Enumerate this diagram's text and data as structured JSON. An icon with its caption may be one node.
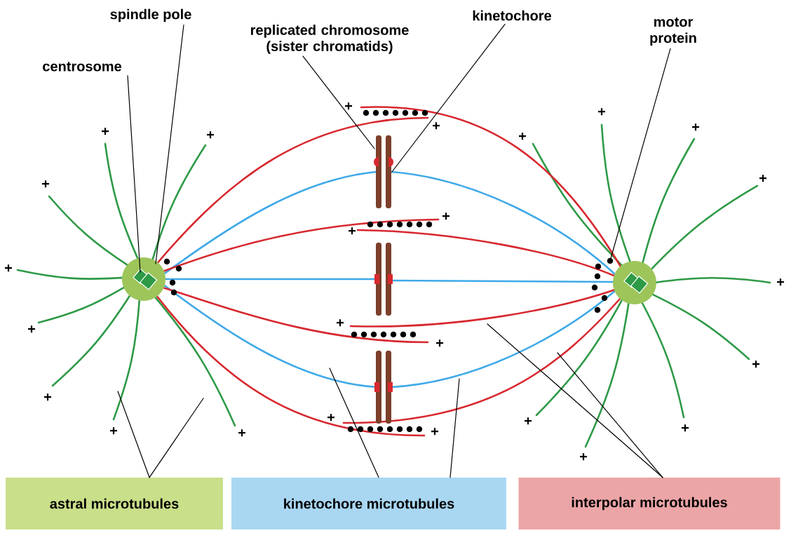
{
  "diagram": {
    "nodes": [
      {
        "text": [
          "spindle pole"
        ]
      },
      {
        "text": [
          "centrosome"
        ]
      },
      {
        "text": [
          "replicated chromosome (sister chromatids)"
        ]
      },
      {
        "text": [
          "kinetochore"
        ]
      },
      {
        "text": [
          "motor protein"
        ]
      },
      {
        "text": [
          "astral microtubules"
        ]
      },
      {
        "text": [
          "kinetochore microtubules"
        ]
      },
      {
        "text": [
          "interpolar microtubules"
        ]
      },
      {
        "text": [],
        "shape": "circle"
      }
    ],
    "edges": [
      {
        "from": 0,
        "to": null,
        "arrow": "none"
      },
      {
        "from": 1,
        "to": null,
        "arrow": "none"
      },
      {
        "from": 2,
        "to": null,
        "arrow": "none"
      },
      {
        "from": 3,
        "to": null,
        "arrow": "none"
      },
      {
        "from": 4,
        "to": 8,
        "arrow": "none"
      },
      {
        "from": 5,
        "to": null,
        "arrow": "none"
      },
      {
        "from": 5,
        "to": null,
        "arrow": "none"
      },
      {
        "from": 6,
        "to": null,
        "arrow": "none"
      },
      {
        "from": 6,
        "to": null,
        "arrow": "none"
      },
      {
        "from": 7,
        "to": null,
        "arrow": "none"
      },
      {
        "from": 7,
        "to": null,
        "arrow": "none"
      }
    ],
    "labels": [
      "+",
      "+",
      "+",
      "+",
      "+",
      "+",
      "+",
      "+",
      "+",
      "+",
      "+",
      "+",
      "+",
      "+",
      "+",
      "+",
      "+",
      "+",
      "+",
      "+",
      "+",
      "+",
      "+",
      "+",
      "+"
    ]
  }
}
